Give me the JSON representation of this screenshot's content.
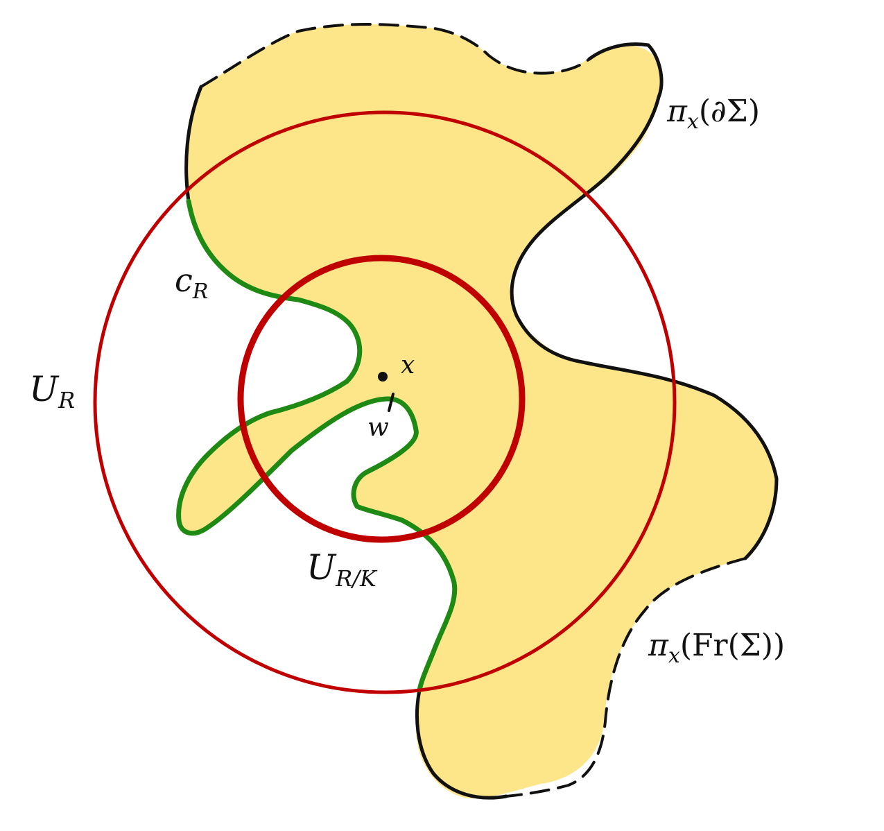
{
  "colors": {
    "region_fill": "#FDE68A",
    "inner_fill": "#FBB624",
    "boundary_stroke": "#111111",
    "curve_stroke": "#1E8A14",
    "circle_stroke": "#C00000"
  },
  "labels": {
    "pi": "π",
    "sub_x": "x",
    "boundary_arg": "(∂Σ)",
    "frontier_arg": "(Fr(Σ))",
    "c": "c",
    "c_sub": "R",
    "u": "U",
    "u_sub": "R",
    "u_inner_sub": "R/K",
    "x": "x",
    "w": "w"
  }
}
